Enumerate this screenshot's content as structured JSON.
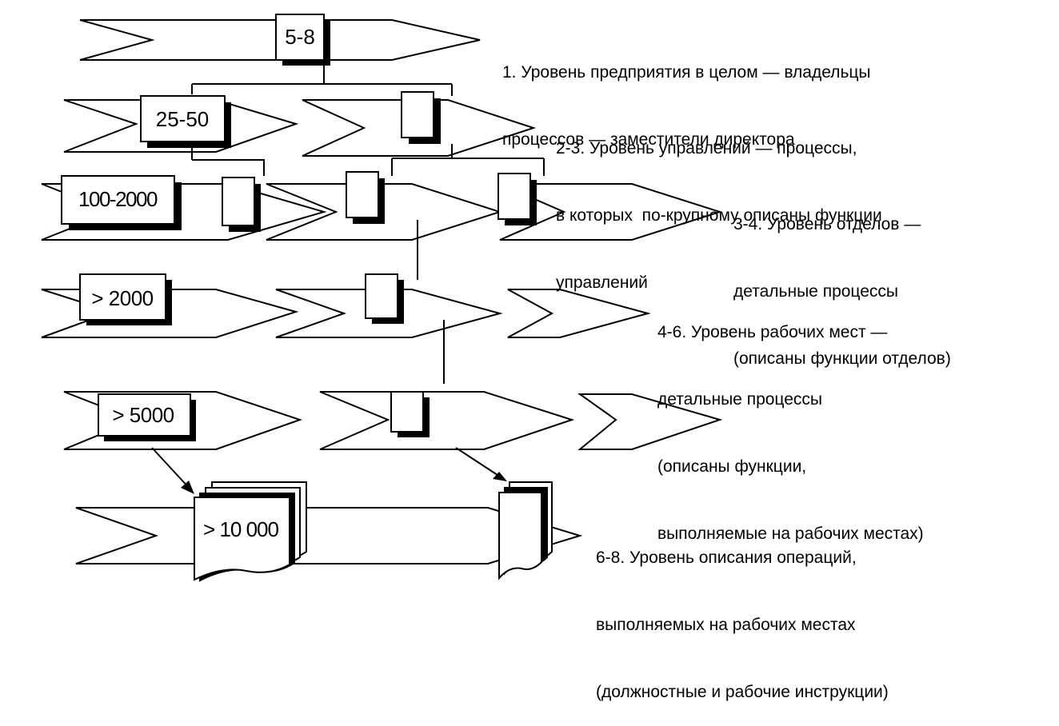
{
  "colors": {
    "ink": "#000000",
    "paper": "#ffffff"
  },
  "levels": [
    {
      "id": "level-1",
      "count": "5-8",
      "lines": [
        "1. Уровень предприятия в целом — владельцы",
        "процессов — заместители директора"
      ]
    },
    {
      "id": "level-2-3",
      "count": "25-50",
      "lines": [
        "2-3. Уровень управлений — процессы,",
        "в которых  по-крупному описаны функции",
        "управлений"
      ]
    },
    {
      "id": "level-3-4",
      "count": "100-2000",
      "lines": [
        "3-4. Уровень отделов —",
        "детальные процессы",
        "(описаны функции отделов)"
      ]
    },
    {
      "id": "level-4-6",
      "count": "> 2000",
      "lines": [
        "4-6. Уровень рабочих мест —",
        "детальные процессы",
        "(описаны функции,",
        "выполняемые на рабочих местах)"
      ]
    },
    {
      "id": "level-5",
      "count": "> 5000",
      "lines": []
    },
    {
      "id": "level-6-8",
      "count": "> 10 000",
      "lines": [
        "6-8. Уровень описания операций,",
        "выполняемых на рабочих местах",
        "(должностные и рабочие инструкции)"
      ]
    }
  ]
}
